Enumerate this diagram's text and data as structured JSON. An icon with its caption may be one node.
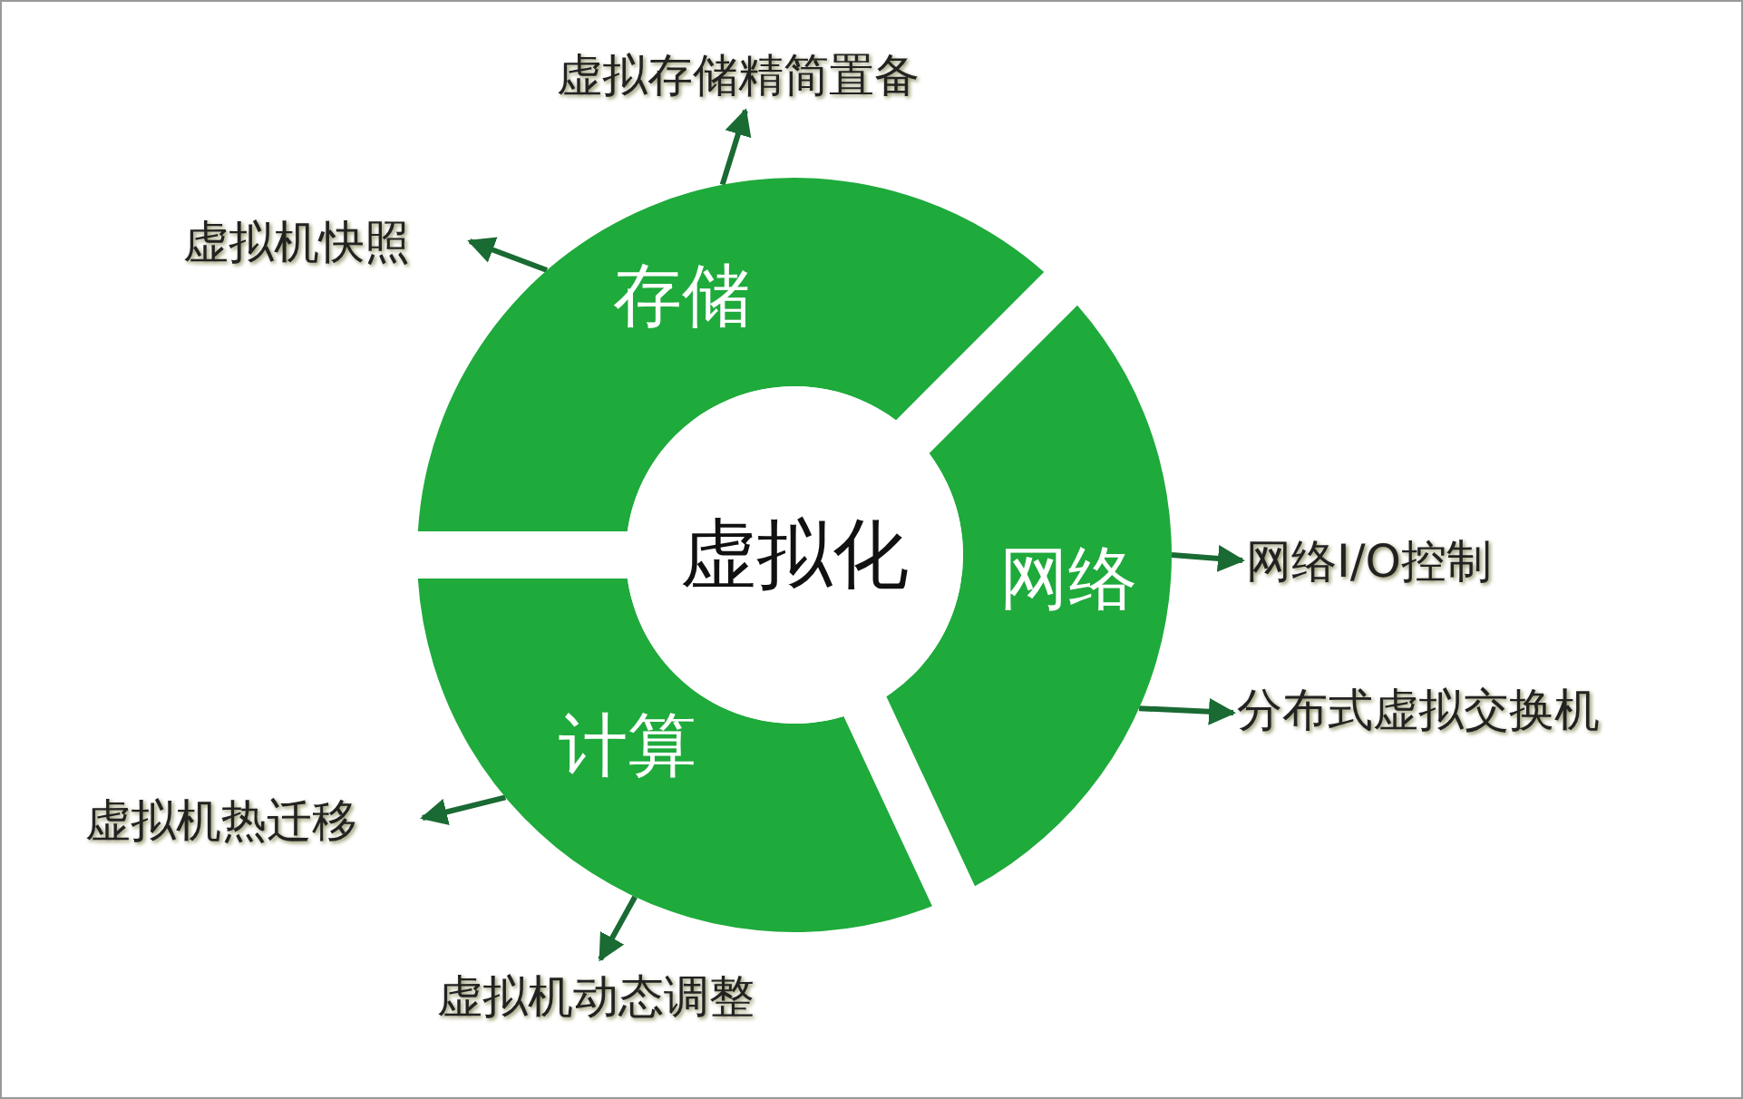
{
  "diagram": {
    "nodes": [
      {
        "text": [
          "虚拟化"
        ]
      },
      {
        "text": [
          "存储"
        ]
      },
      {
        "text": [
          "网络"
        ]
      },
      {
        "text": [
          "计算"
        ]
      },
      {
        "text": [
          "虚拟存储精简置备"
        ]
      },
      {
        "text": [
          "虚拟机快照"
        ]
      },
      {
        "text": [
          "网络I/O控制"
        ]
      },
      {
        "text": [
          "分布式虚拟交换机"
        ]
      },
      {
        "text": [
          "虚拟机热迁移"
        ]
      },
      {
        "text": [
          "虚拟机动态调整"
        ]
      }
    ],
    "edges": [
      {
        "from": 1,
        "to": 4,
        "arrow": "to"
      },
      {
        "from": 1,
        "to": 5,
        "arrow": "to"
      },
      {
        "from": 2,
        "to": 6,
        "arrow": "to"
      },
      {
        "from": 2,
        "to": 7,
        "arrow": "to"
      },
      {
        "from": 3,
        "to": 8,
        "arrow": "to"
      },
      {
        "from": 3,
        "to": 9,
        "arrow": "to"
      }
    ]
  }
}
